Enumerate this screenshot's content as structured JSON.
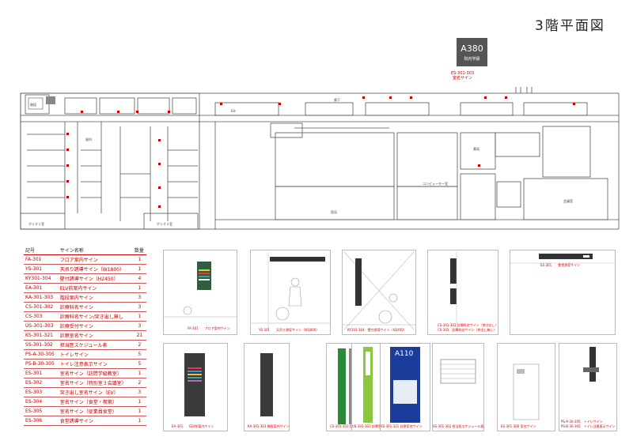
{
  "title": "3階平面図",
  "room_badge": {
    "number": "A380",
    "sub": "院内学級",
    "note": "ES-301-303",
    "note2": "室名サイン"
  },
  "plan_labels": {
    "hall_left": "ポリオ１室",
    "hall_right": "ポリオ２室",
    "lounge": "医局",
    "meeting": "会議室",
    "corridor": "廊下",
    "pharmacy": "薬局",
    "computer": "コンピューター室",
    "stairs": "階段",
    "eh": "EH",
    "dental": "歯科"
  },
  "sign_table": {
    "headers": {
      "code": "記号",
      "name": "サイン名称",
      "qty": "数量"
    },
    "rows": [
      {
        "code": "FA-301",
        "name": "フロア案内サイン",
        "qty": "1"
      },
      {
        "code": "YS-301",
        "name": "天吊り誘導サイン（W1800）",
        "qty": "1"
      },
      {
        "code": "KY301-304",
        "name": "壁付誘導サイン（H2450）",
        "qty": "4"
      },
      {
        "code": "EA-301",
        "name": "ELV前案内サイン",
        "qty": "1"
      },
      {
        "code": "KA-301-303",
        "name": "階段案内サイン",
        "qty": "3"
      },
      {
        "code": "CS-301-302",
        "name": "診療科名サイン",
        "qty": "3"
      },
      {
        "code": "CS-303",
        "name": "診療科名サイン/突き出し無し",
        "qty": "1"
      },
      {
        "code": "US-301-303",
        "name": "診療受付サイン",
        "qty": "3"
      },
      {
        "code": "KS-301-321",
        "name": "診察室名サイン",
        "qty": "21"
      },
      {
        "code": "SS-301-302",
        "name": "担当医スケジュール表",
        "qty": "2"
      },
      {
        "code": "PS-A-30-305",
        "name": "トイレサイン",
        "qty": "5"
      },
      {
        "code": "PS-B-30-305",
        "name": "トイレ注意表示サイン",
        "qty": "5"
      },
      {
        "code": "ES-301",
        "name": "室名サイン（訪問学級教室）",
        "qty": "1"
      },
      {
        "code": "ES-302",
        "name": "室名サイン（特別室３会議室）",
        "qty": "2"
      },
      {
        "code": "ES-303",
        "name": "突き出し室名サイン（EV）",
        "qty": "3"
      },
      {
        "code": "ES-304",
        "name": "室名サイン（食堂・喫茶）",
        "qty": "1"
      },
      {
        "code": "ES-305",
        "name": "室名サイン（従業員食堂）",
        "qty": "1"
      },
      {
        "code": "ES-306",
        "name": "食堂誘導サイン",
        "qty": "1"
      }
    ]
  },
  "elevations": {
    "fa": {
      "cap": "FA-301　　フロア案内サイン"
    },
    "ys": {
      "cap": "YS-301　　天吊り誘導サイン（W1800）"
    },
    "ky": {
      "cap": "KY301-304　壁付誘導サイン（H2450）"
    },
    "cs": {
      "cap1": "CS-301-302 診療科名サイン（突き出し）",
      "cap2": "CS-303　診療科名サイン（突出し無し）"
    },
    "es": {
      "cap": "ES-301　　食堂誘導サイン"
    },
    "ea": {
      "cap": "EA-301　　ELV前案内サイン"
    },
    "ka": {
      "cap": "KA-301-303 階段案内サイン"
    },
    "cs2": {
      "cap": "CS-301-303 診療科名サイン"
    },
    "us": {
      "cap": "US-301-303 診療受付サイン"
    },
    "a110": {
      "number": "A110",
      "cap": "KS-301-321 診察室名サイン"
    },
    "ss": {
      "cap": "SS-301-302 担当医スケジュール表"
    },
    "es2": {
      "cap": "ES-301-306 室名サイン"
    },
    "ps": {
      "cap1": "PS-A-30-305　トイレサイン",
      "cap2": "PS-B-30-305　トイレ注意表示サイン"
    }
  }
}
